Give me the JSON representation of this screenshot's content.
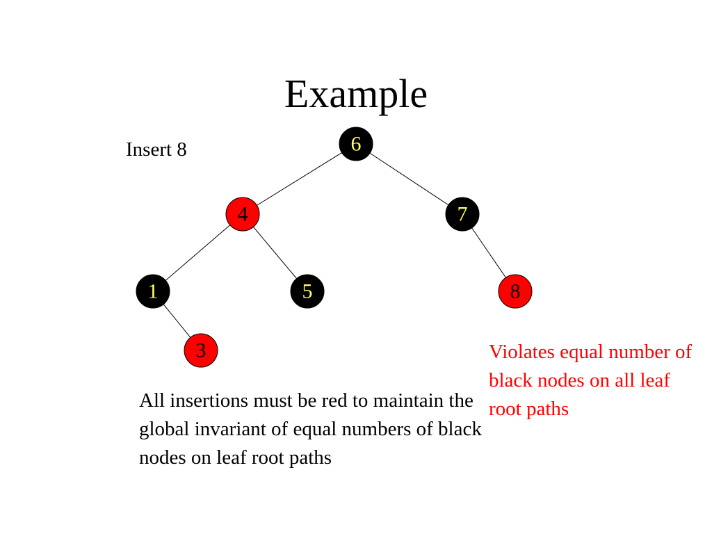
{
  "slide": {
    "title": "Example",
    "insert_label": "Insert 8",
    "note": "All insertions must be red to maintain the global invariant of equal numbers of black nodes on leaf root paths",
    "violation_note": "Violates equal number of black nodes on all leaf root paths"
  },
  "colors": {
    "red_node": "#ff0000",
    "black_node": "#000000",
    "black_node_label": "#ffff66",
    "red_node_label": "#000000",
    "violation_text": "#ff0000",
    "edge": "#000000"
  },
  "tree": {
    "nodes": [
      {
        "id": "n6",
        "label": "6",
        "color": "black"
      },
      {
        "id": "n4",
        "label": "4",
        "color": "red"
      },
      {
        "id": "n7",
        "label": "7",
        "color": "black"
      },
      {
        "id": "n1",
        "label": "1",
        "color": "black"
      },
      {
        "id": "n5",
        "label": "5",
        "color": "black"
      },
      {
        "id": "n8",
        "label": "8",
        "color": "red"
      },
      {
        "id": "n3",
        "label": "3",
        "color": "red"
      }
    ],
    "edges": [
      {
        "from": "n6",
        "to": "n4"
      },
      {
        "from": "n6",
        "to": "n7"
      },
      {
        "from": "n4",
        "to": "n1"
      },
      {
        "from": "n4",
        "to": "n5"
      },
      {
        "from": "n7",
        "to": "n8"
      },
      {
        "from": "n1",
        "to": "n3"
      }
    ]
  }
}
